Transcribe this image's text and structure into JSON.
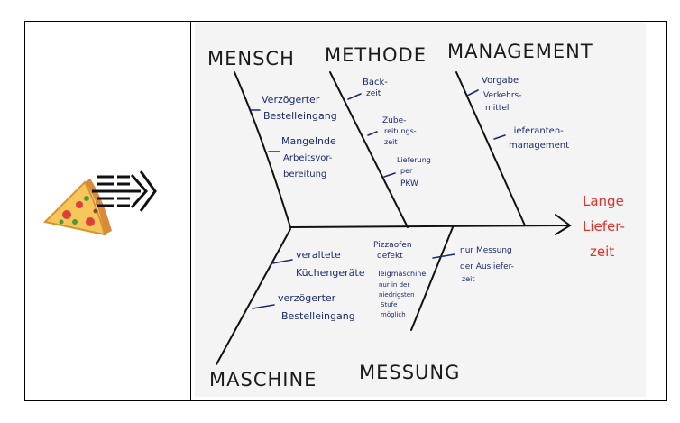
{
  "icon": {
    "name": "pizza-fishbone-icon"
  },
  "diagram": {
    "categories": {
      "mensch": "MENSCH",
      "methode": "METHODE",
      "management": "MANAGEMENT",
      "maschine": "MASCHINE",
      "messung": "MESSUNG"
    },
    "effect": {
      "line1": "Lange",
      "line2": "Liefer-",
      "line3": "zeit"
    },
    "causes": {
      "mensch1": {
        "line1": "Verzögerter",
        "line2": "Bestelleingang"
      },
      "mensch2": {
        "line1": "Mangelnde",
        "line2": "Arbeitsvor-",
        "line3": "bereitung"
      },
      "methode1": {
        "line1": "Back-",
        "line2": "zeit"
      },
      "methode2": {
        "line1": "Zube-",
        "line2": "reitungs-",
        "line3": "zeit"
      },
      "methode3": {
        "line1": "Lieferung",
        "line2": "per",
        "line3": "PKW"
      },
      "management1": {
        "line1": "Vorgabe",
        "line2": "Verkehrs-",
        "line3": "mittel"
      },
      "management2": {
        "line1": "Lieferanten-",
        "line2": "management"
      },
      "maschine1": {
        "line1": "veraltete",
        "line2": "Küchengeräte"
      },
      "maschine2": {
        "line1": "verzögerter",
        "line2": "Bestelleingang"
      },
      "maschine3": {
        "line1": "Pizzaofen",
        "line2": "defekt"
      },
      "maschine4": {
        "line1": "Teigmaschine",
        "line2": "nur in der",
        "line3": "niedrigsten",
        "line4": "Stufe",
        "line5": "möglich"
      },
      "messung1": {
        "line1": "nur Messung",
        "line2": "der Ausliefer-",
        "line3": "zeit"
      }
    }
  },
  "colors": {
    "ink": "#1a2a6c",
    "effect": "#e0302a",
    "bone": "#111111",
    "paper": "#f4f4f4"
  }
}
